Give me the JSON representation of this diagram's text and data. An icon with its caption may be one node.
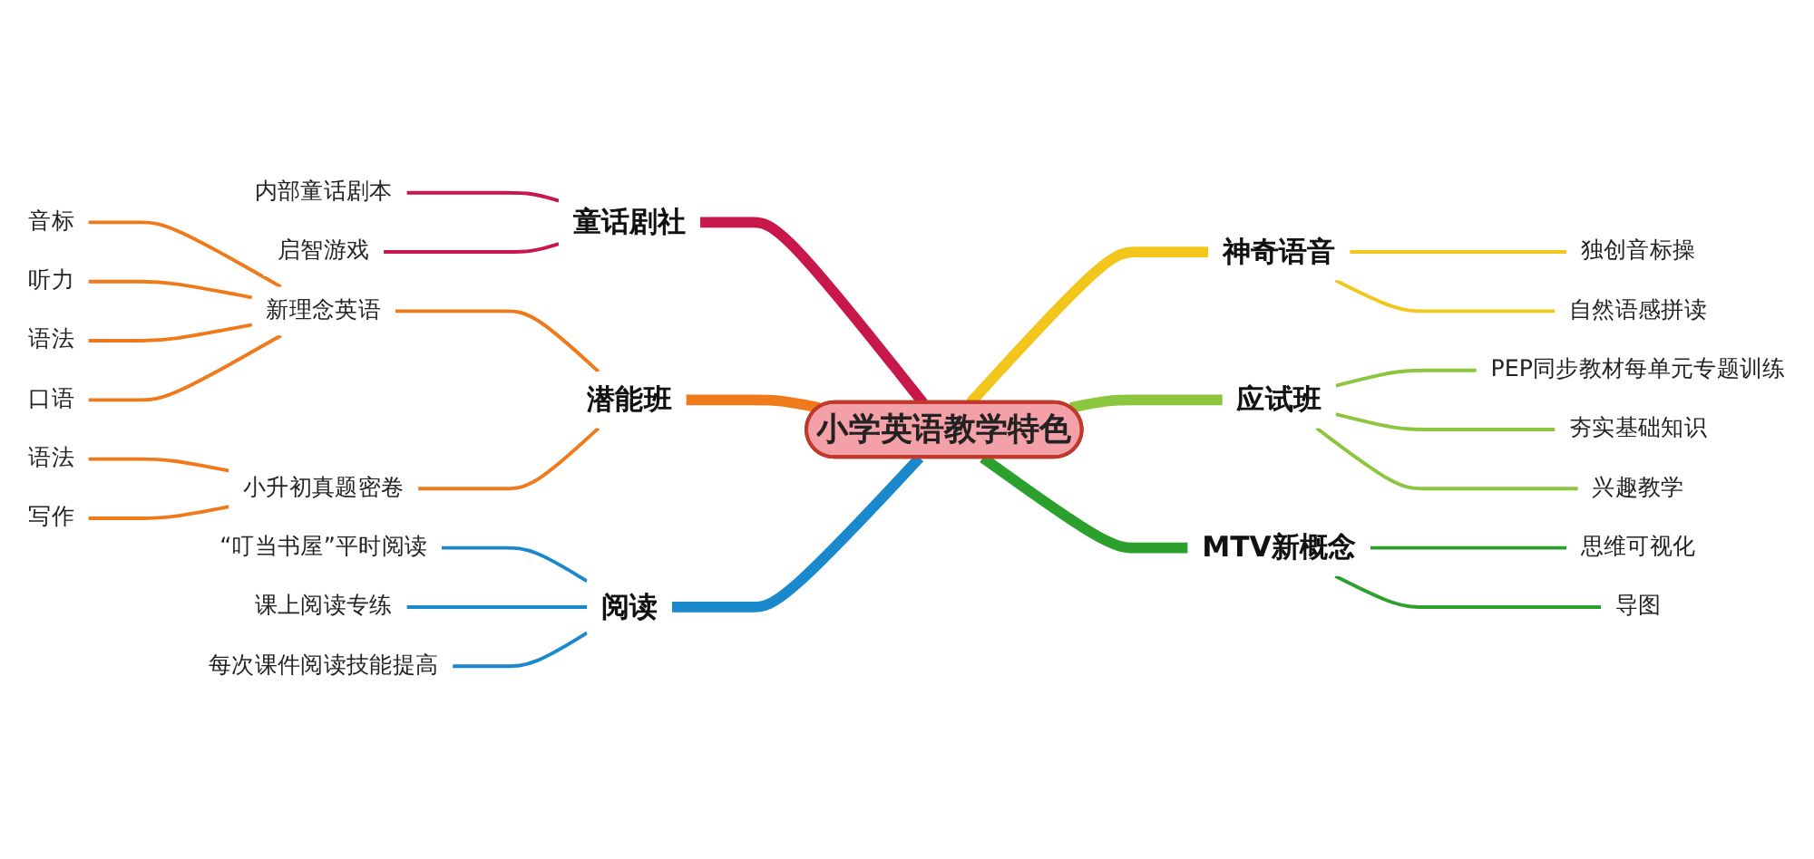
{
  "diagram": {
    "nodes": [
      {
        "text": [
          "小学英语教学特色"
        ]
      },
      {
        "text": [
          "童话剧社"
        ]
      },
      {
        "text": [
          "内部童话剧本"
        ]
      },
      {
        "text": [
          "启智游戏"
        ]
      },
      {
        "text": [
          "潜能班"
        ]
      },
      {
        "text": [
          "新理念英语"
        ]
      },
      {
        "text": [
          "音标"
        ]
      },
      {
        "text": [
          "听力"
        ]
      },
      {
        "text": [
          "语法"
        ]
      },
      {
        "text": [
          "口语"
        ]
      },
      {
        "text": [
          "小升初真题密卷"
        ]
      },
      {
        "text": [
          "语法"
        ]
      },
      {
        "text": [
          "写作"
        ]
      },
      {
        "text": [
          "阅读"
        ]
      },
      {
        "text": [
          "“叮当书屋”平时阅读"
        ]
      },
      {
        "text": [
          "课上阅读专练"
        ]
      },
      {
        "text": [
          "每次课件阅读技能提高"
        ]
      },
      {
        "text": [
          "神奇语音"
        ]
      },
      {
        "text": [
          "独创音标操"
        ]
      },
      {
        "text": [
          "自然语感拼读"
        ]
      },
      {
        "text": [
          "应试班"
        ]
      },
      {
        "text": [
          "PEP同步教材每单元专题训练"
        ]
      },
      {
        "text": [
          "夯实基础知识"
        ]
      },
      {
        "text": [
          "兴趣教学"
        ]
      },
      {
        "text": [
          "MTV新概念"
        ]
      },
      {
        "text": [
          "思维可视化"
        ]
      },
      {
        "text": [
          "导图"
        ]
      }
    ],
    "edges": [
      {
        "from": 2,
        "to": 1,
        "arrow": "none",
        "color": "#c8174a"
      },
      {
        "from": 3,
        "to": 1,
        "arrow": "none",
        "color": "#c8174a"
      },
      {
        "from": 1,
        "to": 0,
        "arrow": "none",
        "style": "thick",
        "color": "#c8174a"
      },
      {
        "from": 6,
        "to": 5,
        "arrow": "none",
        "color": "#f07a1a"
      },
      {
        "from": 7,
        "to": 5,
        "arrow": "none",
        "color": "#f07a1a"
      },
      {
        "from": 8,
        "to": 5,
        "arrow": "none",
        "color": "#f07a1a"
      },
      {
        "from": 9,
        "to": 5,
        "arrow": "none",
        "color": "#f07a1a"
      },
      {
        "from": 5,
        "to": 4,
        "arrow": "none",
        "color": "#f07a1a"
      },
      {
        "from": 11,
        "to": 10,
        "arrow": "none",
        "color": "#f07a1a"
      },
      {
        "from": 12,
        "to": 10,
        "arrow": "none",
        "color": "#f07a1a"
      },
      {
        "from": 10,
        "to": 4,
        "arrow": "none",
        "color": "#f07a1a"
      },
      {
        "from": 4,
        "to": 0,
        "arrow": "none",
        "style": "thick",
        "color": "#f07a1a"
      },
      {
        "from": 14,
        "to": 13,
        "arrow": "none",
        "color": "#1a88cc"
      },
      {
        "from": 15,
        "to": 13,
        "arrow": "none",
        "color": "#1a88cc"
      },
      {
        "from": 16,
        "to": 13,
        "arrow": "none",
        "color": "#1a88cc"
      },
      {
        "from": 13,
        "to": 0,
        "arrow": "none",
        "style": "thick",
        "color": "#1a88cc"
      },
      {
        "from": 0,
        "to": 17,
        "arrow": "none",
        "style": "thick",
        "color": "#f2c61a"
      },
      {
        "from": 17,
        "to": 18,
        "arrow": "none",
        "color": "#f2c61a"
      },
      {
        "from": 17,
        "to": 19,
        "arrow": "none",
        "color": "#f2c61a"
      },
      {
        "from": 0,
        "to": 20,
        "arrow": "none",
        "style": "thick",
        "color": "#8cc63f"
      },
      {
        "from": 20,
        "to": 21,
        "arrow": "none",
        "color": "#8cc63f"
      },
      {
        "from": 20,
        "to": 22,
        "arrow": "none",
        "color": "#8cc63f"
      },
      {
        "from": 20,
        "to": 23,
        "arrow": "none",
        "color": "#8cc63f"
      },
      {
        "from": 0,
        "to": 24,
        "arrow": "none",
        "style": "thick",
        "color": "#2ca02c"
      },
      {
        "from": 24,
        "to": 25,
        "arrow": "none",
        "color": "#2ca02c"
      },
      {
        "from": 24,
        "to": 26,
        "arrow": "none",
        "color": "#2ca02c"
      }
    ]
  }
}
